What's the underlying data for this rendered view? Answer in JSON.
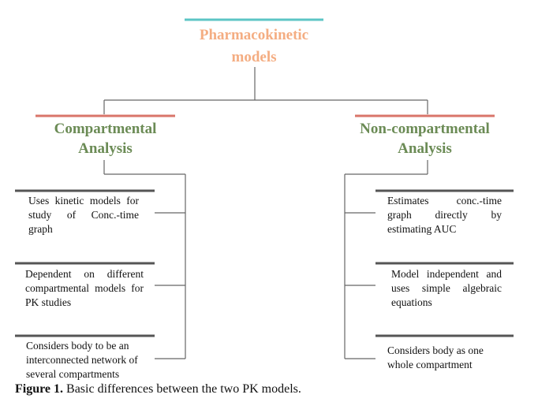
{
  "diagram": {
    "title": "Pharmacokinetic models",
    "branches": [
      {
        "heading": "Compartmental Analysis",
        "items": [
          "Uses kinetic models for study of Conc.-time graph",
          "Dependent on different compartmental models for PK studies",
          "Considers body to be an interconnected network of several compartments"
        ]
      },
      {
        "heading": "Non-compartmental Analysis",
        "items": [
          "Estimates conc.-time graph directly by estimating AUC",
          "Model independent and uses simple algebraic equations",
          "Considers body as one whole compartment"
        ]
      }
    ]
  },
  "caption": {
    "label": "Figure 1.",
    "text": " Basic differences  between the two PK models."
  },
  "colors": {
    "title_bar": "#5cc5c5",
    "title_text": "#f4ad82",
    "heading_bar": "#d9756a",
    "heading_text": "#6b8b55",
    "box_bar": "#555555",
    "connector": "#666666"
  }
}
